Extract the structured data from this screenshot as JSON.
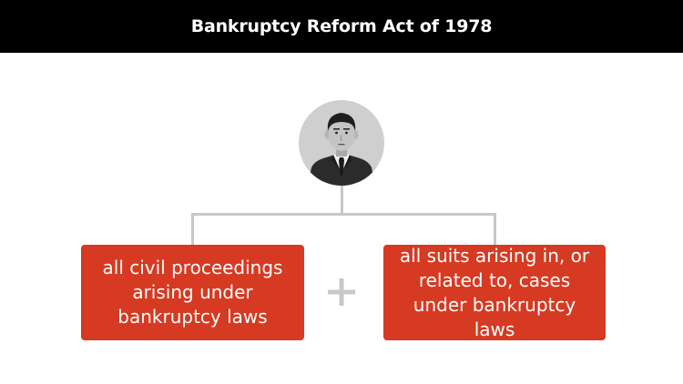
{
  "title": "Bankruptcy Reform Act of 1978",
  "diagram": {
    "avatar_icon": "businessman-avatar-icon",
    "operator_icon": "plus-icon",
    "left_box": {
      "text": "all civil proceedings arising under bankruptcy laws"
    },
    "right_box": {
      "text": "all suits arising in, or related to, cases under bankruptcy laws"
    }
  },
  "colors": {
    "title_bar": "#000000",
    "box_fill": "#d63a22",
    "connector": "#c8c8c8",
    "plus": "#c8c8c8"
  }
}
